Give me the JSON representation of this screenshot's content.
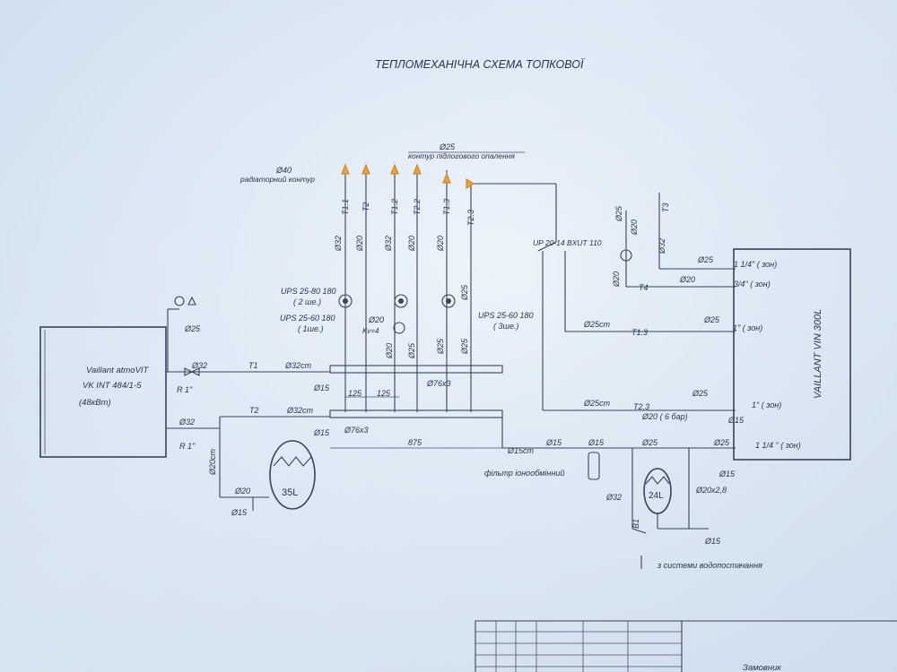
{
  "title": "ТЕПЛОМЕХАНІЧНА СХЕМА ТОПКОВОЇ",
  "boiler": {
    "line1": "Vaillant atmoVIT",
    "line2": "VK INT 484/1-5",
    "line3": "(48кВт)"
  },
  "tank": {
    "label": "VAILLANT   VIN 300L"
  },
  "expansion_vessel": "35L",
  "expansion_vessel_2": "24L",
  "labels": {
    "rad_circuit_d": "Ø40",
    "rad_circuit": "радіаторний контур",
    "floor_circuit_d": "Ø25",
    "floor_circuit": "контур підлогового опалення",
    "safety_d25": "Ø25",
    "boiler_d32_top": "Ø32",
    "boiler_r1_top": "R 1\"",
    "boiler_d32_bot": "Ø32",
    "boiler_r1_bot": "R 1\"",
    "t1_main": "T1",
    "t1_pipe": "Ø32cm",
    "t2_main": "T2",
    "t2_pipe": "Ø32cm",
    "v_d20cm": "Ø20cm",
    "d20_vessel": "Ø20",
    "d15_vessel": "Ø15",
    "d15_manifold1": "Ø15",
    "d15_manifold2": "Ø15",
    "dim125a": "125",
    "dim125b": "125",
    "dim875": "875",
    "d76x3a": "Ø76x3",
    "d76x3b": "Ø76x3",
    "ups1": "UPS 25-80 180",
    "ups1b": "( 2 ше.)",
    "ups2": "UPS 25-60 180",
    "ups2b": "( 1ше.)",
    "ups3": "UPS 25-60 180",
    "ups3b": "( 3ше.)",
    "kvs": "Kv=4",
    "d20_mix": "Ø20",
    "riser_t11": "T1.1",
    "riser_t2a": "T2",
    "riser_t12": "T1.2",
    "riser_t2b": "T2.2",
    "riser_t13": "T1.3",
    "riser_t23": "T2.3",
    "d32_r1": "Ø32",
    "d20_r1": "Ø20",
    "d32_r2": "Ø32",
    "d20_r2": "Ø20",
    "d20_r3": "Ø20",
    "d20_r4": "Ø20",
    "d25_r5": "Ø25",
    "d25_r6": "Ø25",
    "d25_low1": "Ø25",
    "d25_low2": "Ø25",
    "up20": "UP 20-14 BXUT 110",
    "d25cm_a": "Ø25cm",
    "t13_line": "T1.3",
    "d25_t13": "Ø25",
    "zone_t13": "1\" ( зон)",
    "d25cm_b": "Ø25cm",
    "t23_line": "T2.3",
    "d25_t23": "Ø25",
    "zone_t23": "1\" ( зон)",
    "d20_6bar": "Ø20 ( 6 бар)",
    "d15_t23": "Ø15",
    "t3": "T3",
    "d25_t3": "Ø25",
    "d20_t3": "Ø20",
    "d32_t3": "Ø32",
    "d25_t3b": "Ø25",
    "zone_114a": "1 1/4\" ( зон)",
    "t4": "T4",
    "d20_t4": "Ø20",
    "d20_t4b": "Ø20",
    "zone_34": "3/4\" ( зон)",
    "d15cm": "Ø15cm",
    "d15_w1": "Ø15",
    "d15_w2": "Ø15",
    "d25_w": "Ø25",
    "d25_w2": "Ø25",
    "zone_114b": "1 1/4 \" ( зон)",
    "d15_w3": "Ø15",
    "filter": "фільтр іонообмінний",
    "d32_w": "Ø32",
    "b1": "B1",
    "d20x28": "Ø20x2,8",
    "d15_w4": "Ø15",
    "water_supply": "з системи водопостачання",
    "stamp": "Замовник"
  }
}
